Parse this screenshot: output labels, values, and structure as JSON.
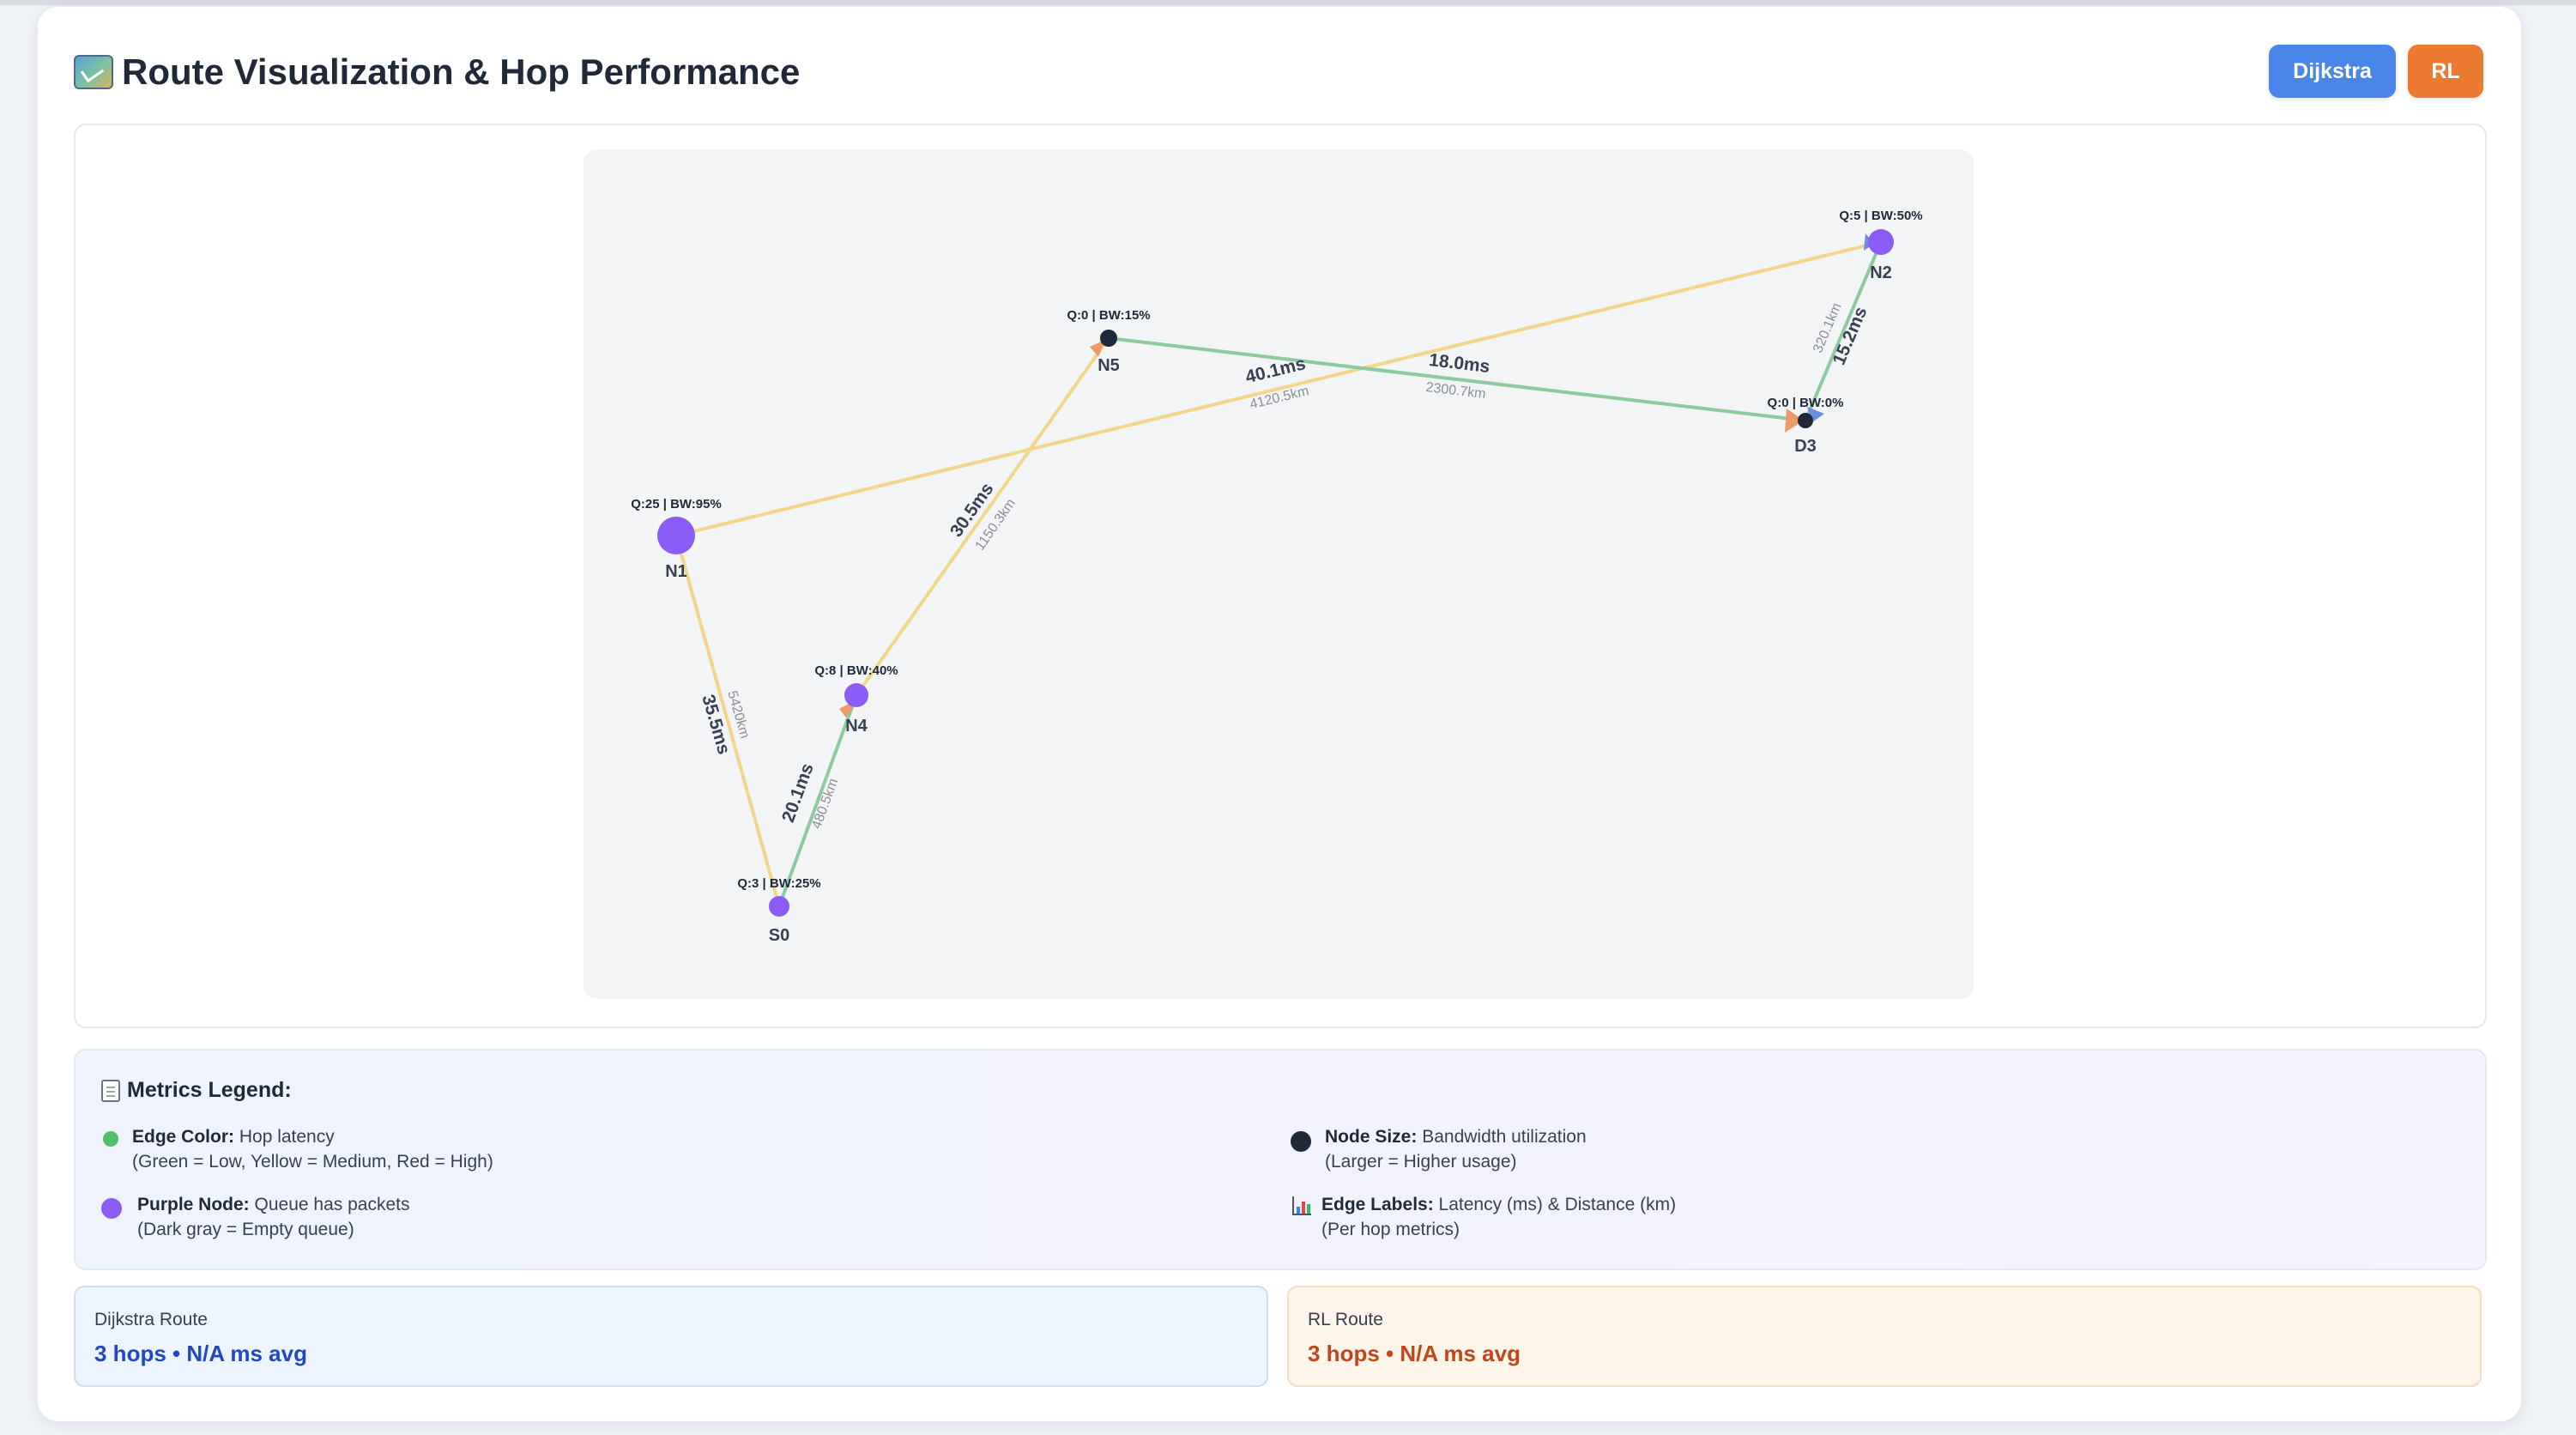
{
  "header": {
    "title": "Route Visualization & Hop Performance",
    "title_icon": "map-icon",
    "buttons": {
      "dijkstra": "Dijkstra",
      "rl": "RL"
    }
  },
  "graph": {
    "colors": {
      "low": "#8dcaa0",
      "medium": "#f2d78a",
      "purple_node": "#8b5cf6",
      "empty_node": "#1f2937",
      "dijkstra_arrow": "#6b8de3",
      "rl_arrow": "#ef9a6a"
    },
    "nodes": [
      {
        "id": "S0",
        "metric": "Q:3 | BW:25%",
        "type": "purple"
      },
      {
        "id": "N1",
        "metric": "Q:25 | BW:95%",
        "type": "purple"
      },
      {
        "id": "N2",
        "metric": "Q:5 | BW:50%",
        "type": "purple"
      },
      {
        "id": "N4",
        "metric": "Q:8 | BW:40%",
        "type": "purple"
      },
      {
        "id": "N5",
        "metric": "Q:0 | BW:15%",
        "type": "empty"
      },
      {
        "id": "D3",
        "metric": "Q:0 | BW:0%",
        "type": "empty"
      }
    ],
    "edges": [
      {
        "from": "S0",
        "to": "N1",
        "latency": "35.5ms",
        "distance": "5420km",
        "level": "medium"
      },
      {
        "from": "N1",
        "to": "N2",
        "latency": "40.1ms",
        "distance": "4120.5km",
        "level": "medium"
      },
      {
        "from": "N2",
        "to": "D3",
        "latency": "15.2ms",
        "distance": "320.1km",
        "level": "low"
      },
      {
        "from": "S0",
        "to": "N4",
        "latency": "20.1ms",
        "distance": "480.5km",
        "level": "low"
      },
      {
        "from": "N4",
        "to": "N5",
        "latency": "30.5ms",
        "distance": "1150.3km",
        "level": "medium"
      },
      {
        "from": "N5",
        "to": "D3",
        "latency": "18.0ms",
        "distance": "2300.7km",
        "level": "low"
      }
    ]
  },
  "legend": {
    "title": "Metrics Legend:",
    "title_icon": "clipboard-icon",
    "edge_color": {
      "label": "Edge Color:",
      "text": "Hop latency",
      "sub": "(Green = Low, Yellow = Medium, Red = High)",
      "color": "#4fbf6b"
    },
    "purple_node": {
      "label": "Purple Node:",
      "text": "Queue has packets",
      "sub": "(Dark gray = Empty queue)",
      "color": "#8b5cf6"
    },
    "node_size": {
      "label": "Node Size:",
      "text": "Bandwidth utilization",
      "sub": "(Larger = Higher usage)",
      "color": "#1f2937"
    },
    "edge_labels": {
      "label": "Edge Labels:",
      "text": "Latency (ms) & Distance (km)",
      "sub": "(Per hop metrics)",
      "icon": "bar-chart-icon"
    }
  },
  "routes": {
    "dijkstra": {
      "label": "Dijkstra Route",
      "value": "3 hops • N/A ms avg"
    },
    "rl": {
      "label": "RL Route",
      "value": "3 hops • N/A ms avg"
    }
  }
}
